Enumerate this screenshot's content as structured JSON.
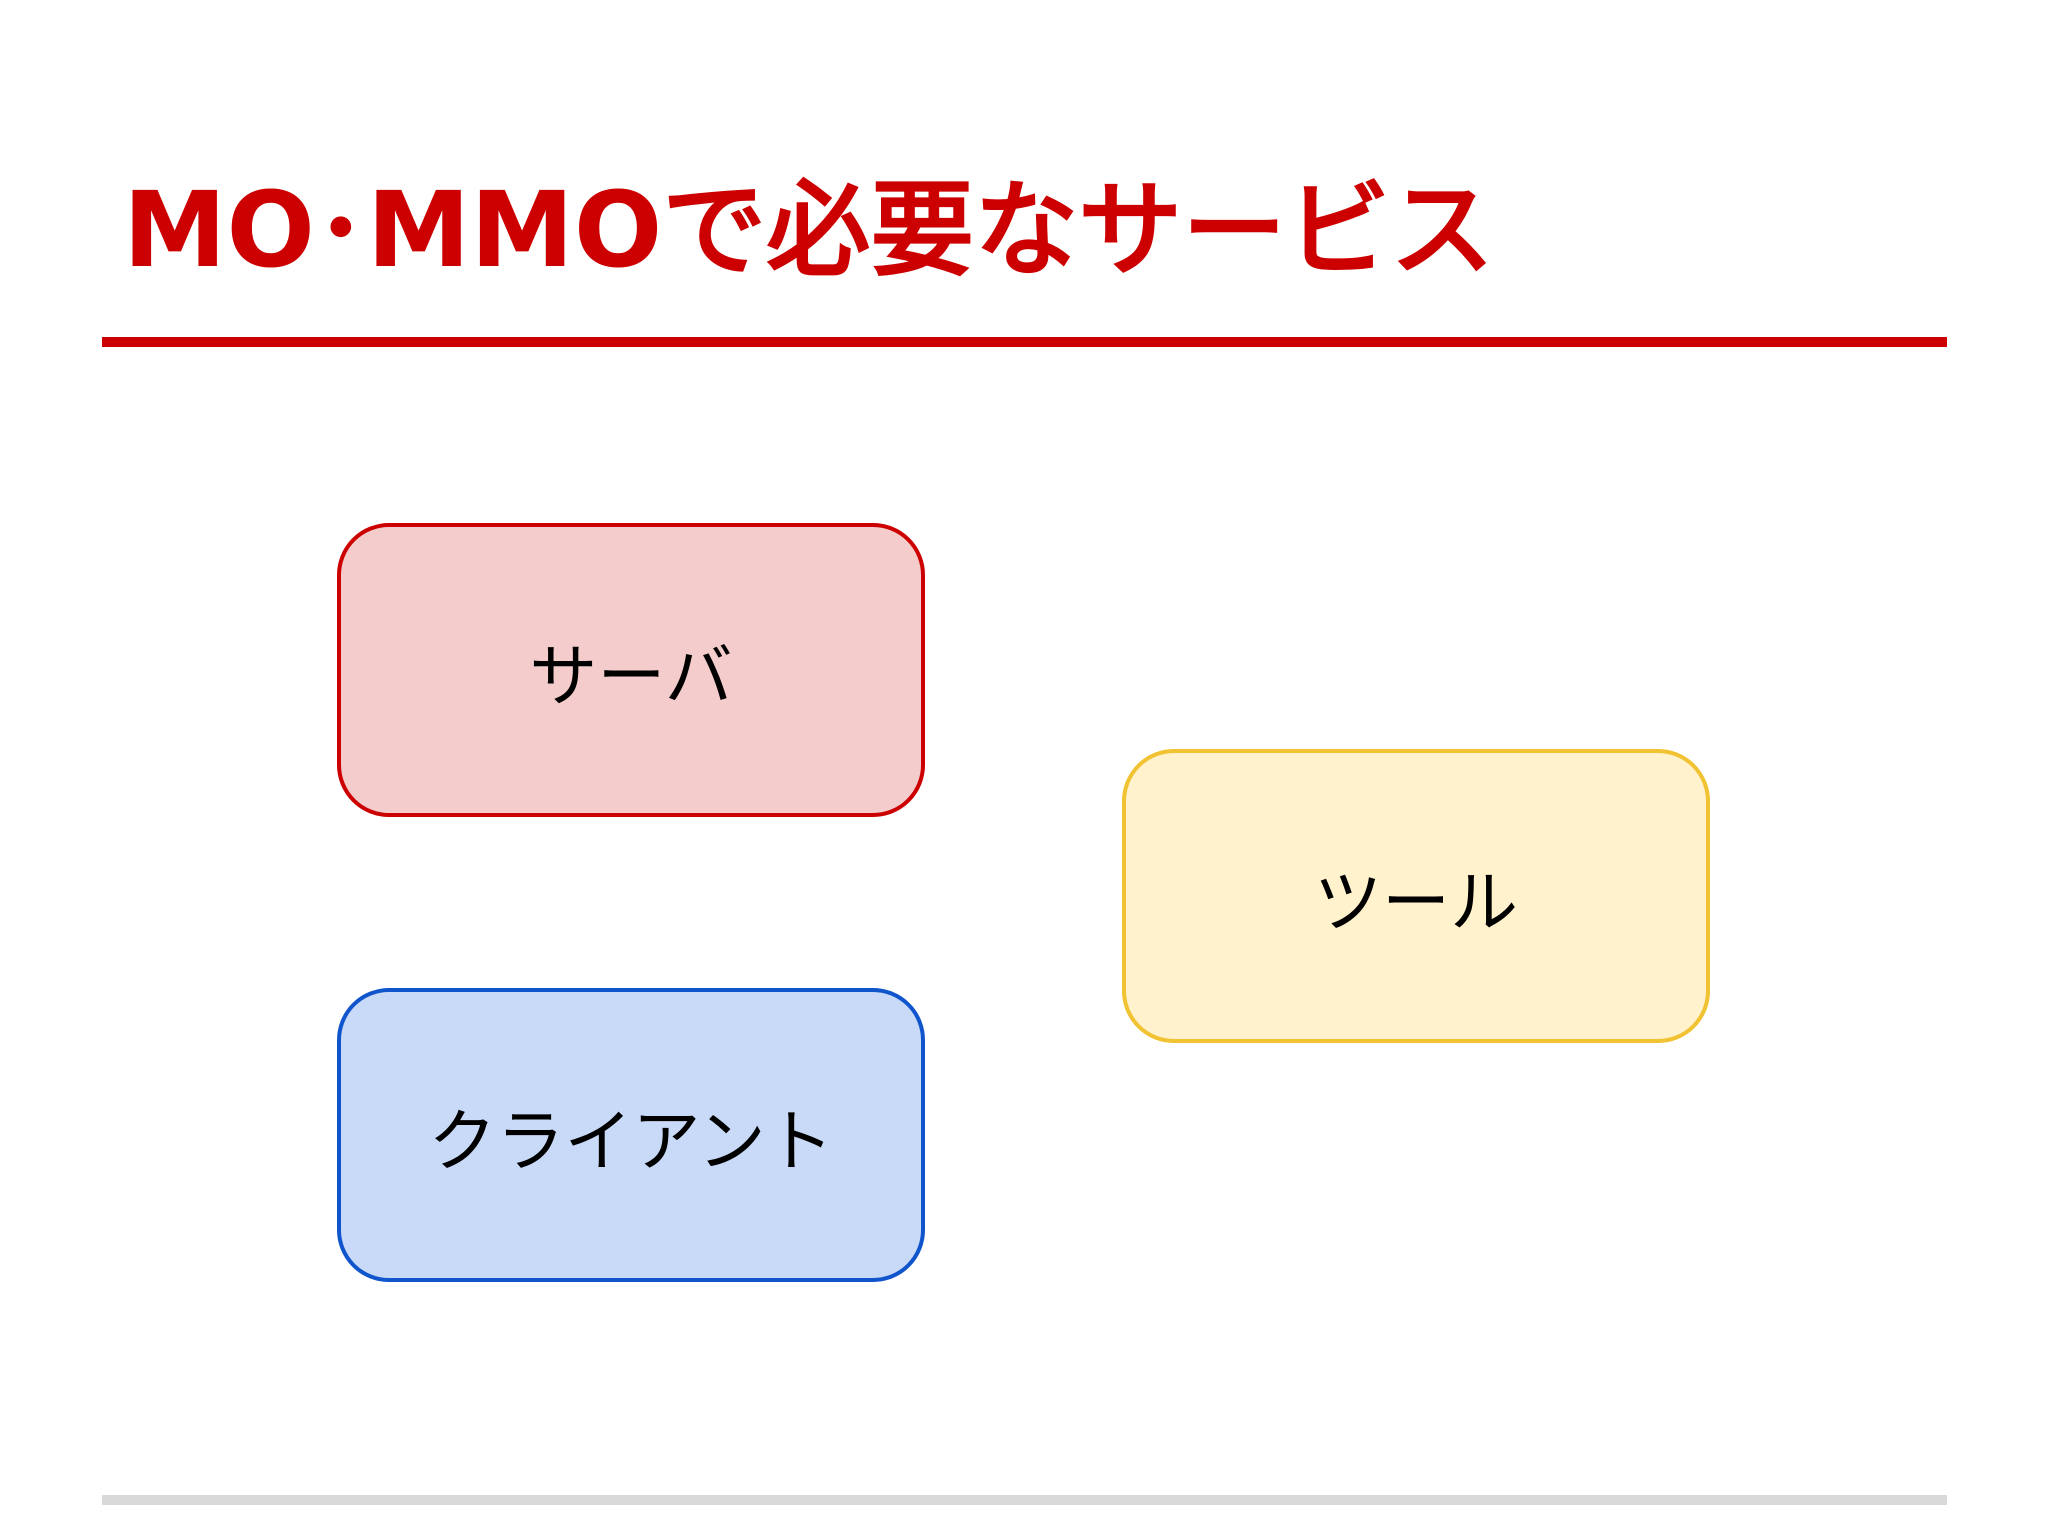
{
  "slide": {
    "title": "MO･MMOで必要なサービス",
    "boxes": {
      "server": {
        "label": "サーバ",
        "fill": "#f4cccc",
        "stroke": "#cc0000"
      },
      "tool": {
        "label": "ツール",
        "fill": "#fff2cc",
        "stroke": "#f1c232"
      },
      "client": {
        "label": "クライアント",
        "fill": "#c9daf8",
        "stroke": "#1155cc"
      }
    },
    "colors": {
      "title": "#cc0000",
      "title_rule": "#cc0000",
      "footer_rule": "#d9d9d9"
    }
  }
}
